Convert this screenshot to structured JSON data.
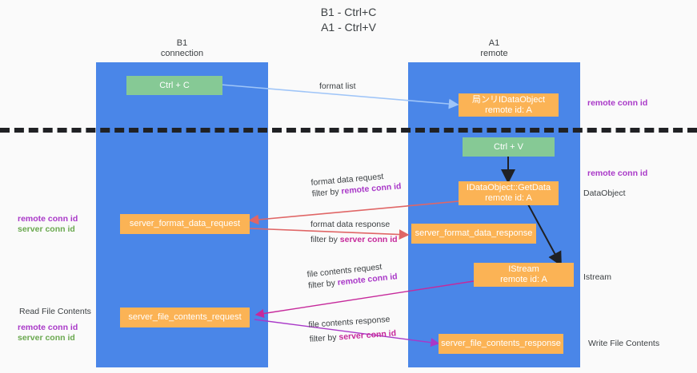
{
  "diagram": {
    "title": "B1 - Ctrl+C\nA1 - Ctrl+V",
    "lanes": [
      {
        "id": "b1",
        "title": "B1\nconnection",
        "color": "#4a86e8"
      },
      {
        "id": "a1",
        "title": "A1\nremote",
        "color": "#4a86e8"
      }
    ],
    "boxes": [
      {
        "id": "ctrl-c",
        "label": "Ctrl + C",
        "color": "#86c995"
      },
      {
        "id": "idataobject",
        "label": "局ンリIDataObject\nremote id: A",
        "color": "#fbb355"
      },
      {
        "id": "ctrl-v",
        "label": "Ctrl + V",
        "color": "#86c995"
      },
      {
        "id": "idataobject-getdata",
        "label": "IDataObject::GetData\nremote id: A",
        "color": "#fbb355"
      },
      {
        "id": "server-format-data-request",
        "label": "server_format_data_request",
        "color": "#fbb355"
      },
      {
        "id": "server-format-data-response",
        "label": "server_format_data_response",
        "color": "#fbb355"
      },
      {
        "id": "istream",
        "label": "IStream\nremote id: A",
        "color": "#fbb355"
      },
      {
        "id": "server-file-contents-request",
        "label": "server_file_contents_request",
        "color": "#fbb355"
      },
      {
        "id": "server-file-contents-response",
        "label": "server_file_contents_response",
        "color": "#fbb355"
      }
    ],
    "edge_labels": {
      "format_list": "format list",
      "format_data_request": "format data request",
      "format_data_request_filter_prefix": "filter by ",
      "format_data_request_filter_key": "remote conn id",
      "format_data_response": "format data response",
      "format_data_response_filter_prefix": "filter by ",
      "format_data_response_filter_key": "server conn id",
      "file_contents_request": "file contents request",
      "file_contents_request_filter_prefix": "filter by ",
      "file_contents_request_filter_key": "remote conn id",
      "file_contents_response": "file contents response",
      "file_contents_response_filter_prefix": "filter by ",
      "file_contents_response_filter_key": "server conn id"
    },
    "right_labels": {
      "remote_conn_id_top": "remote conn id",
      "remote_conn_id_mid": "remote conn id",
      "dataobject": "DataObject",
      "istream": "Istream",
      "write_file_contents": "Write File Contents"
    },
    "left_labels": {
      "remote_conn_id": "remote conn id",
      "server_conn_id": "server conn id",
      "read_file_contents": "Read File Contents",
      "remote_conn_id_2": "remote conn id",
      "server_conn_id_2": "server conn id"
    },
    "colors": {
      "lane": "#4a86e8",
      "green_box": "#86c995",
      "orange_box": "#fbb355",
      "purple_text": "#a938c8",
      "green_text": "#6aa84f",
      "magenta_text": "#c6299b",
      "arrow_lightblue": "#9fc5f8",
      "arrow_red": "#e06666",
      "arrow_magenta": "#c6299b",
      "arrow_purple": "#a938c8",
      "arrow_black": "#202124",
      "divider": "#202124",
      "background": "#fafafa"
    }
  }
}
